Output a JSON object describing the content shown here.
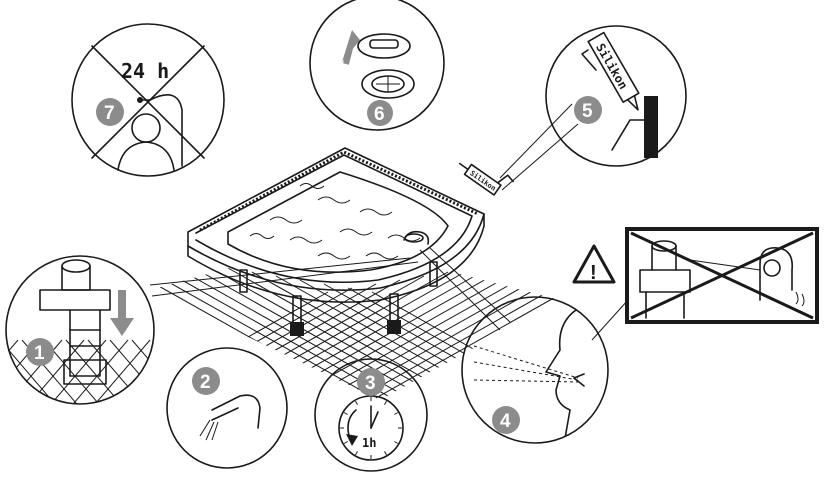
{
  "steps": [
    {
      "number": "1"
    },
    {
      "number": "2"
    },
    {
      "number": "3",
      "timer_label": "1h"
    },
    {
      "number": "4"
    },
    {
      "number": "5",
      "tube_label": "Silikon"
    },
    {
      "number": "6"
    },
    {
      "number": "7",
      "wait_label": "24 h"
    }
  ],
  "gun_label": "Silikon",
  "warning_symbol": "!",
  "colors": {
    "line": "#1a1a1a",
    "badge": "#8c8c8c",
    "cross": "#1a1a1a"
  },
  "icons": [
    "warning-icon",
    "arrow-up-icon",
    "arrow-down-icon",
    "clock-icon",
    "eye-icon",
    "faucet-icon",
    "shower-icon",
    "silicone-gun-icon",
    "drain-cover-icon"
  ]
}
